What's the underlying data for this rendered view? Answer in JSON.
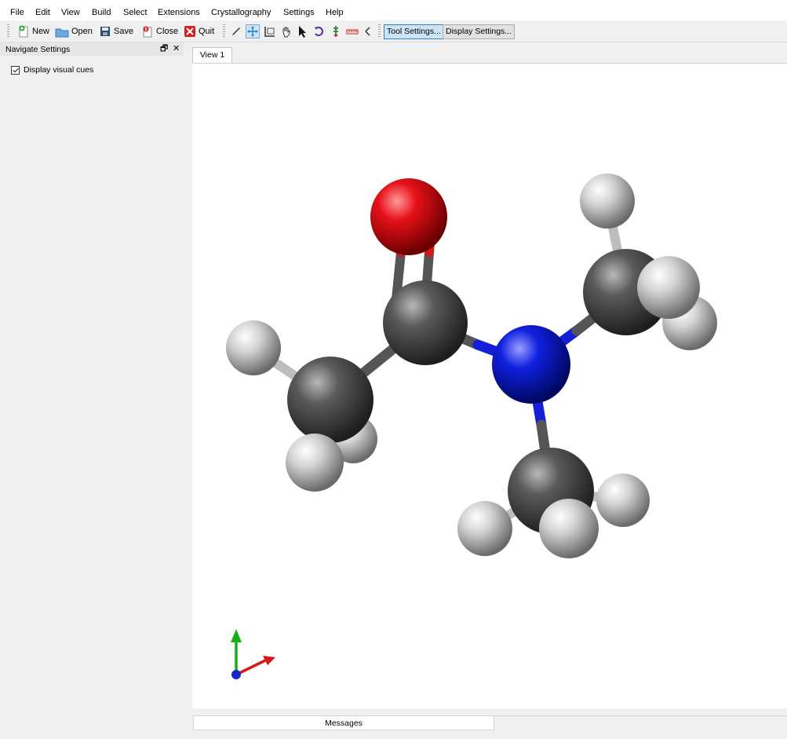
{
  "menu": [
    "File",
    "Edit",
    "View",
    "Build",
    "Select",
    "Extensions",
    "Crystallography",
    "Settings",
    "Help"
  ],
  "toolbar": {
    "new_label": "New",
    "open_label": "Open",
    "save_label": "Save",
    "close_label": "Close",
    "quit_label": "Quit",
    "tool_settings_label": "Tool Settings...",
    "display_settings_label": "Display Settings...",
    "tools": [
      "draw-tool",
      "navigate-tool",
      "measure-tool",
      "manipulate-tool",
      "select-tool",
      "auto-rotate-tool",
      "auto-optimize-tool",
      "align-tool",
      "bond-centric-tool"
    ],
    "active_tool": "navigate-tool"
  },
  "dock": {
    "title": "Navigate Settings",
    "float_glyph": "🗗",
    "close_glyph": "✕",
    "checkbox_label": "Display visual cues",
    "checkbox_checked": true
  },
  "tab": {
    "label": "View 1"
  },
  "bottom": {
    "messages_label": "Messages"
  },
  "colors": {
    "oxygen": "#e8101a",
    "carbon": "#595959",
    "nitrogen": "#1020e0",
    "hydrogen": "#dcdcdc",
    "axis_x": "#d81818",
    "axis_y": "#16b016",
    "axis_z": "#1828c8"
  }
}
